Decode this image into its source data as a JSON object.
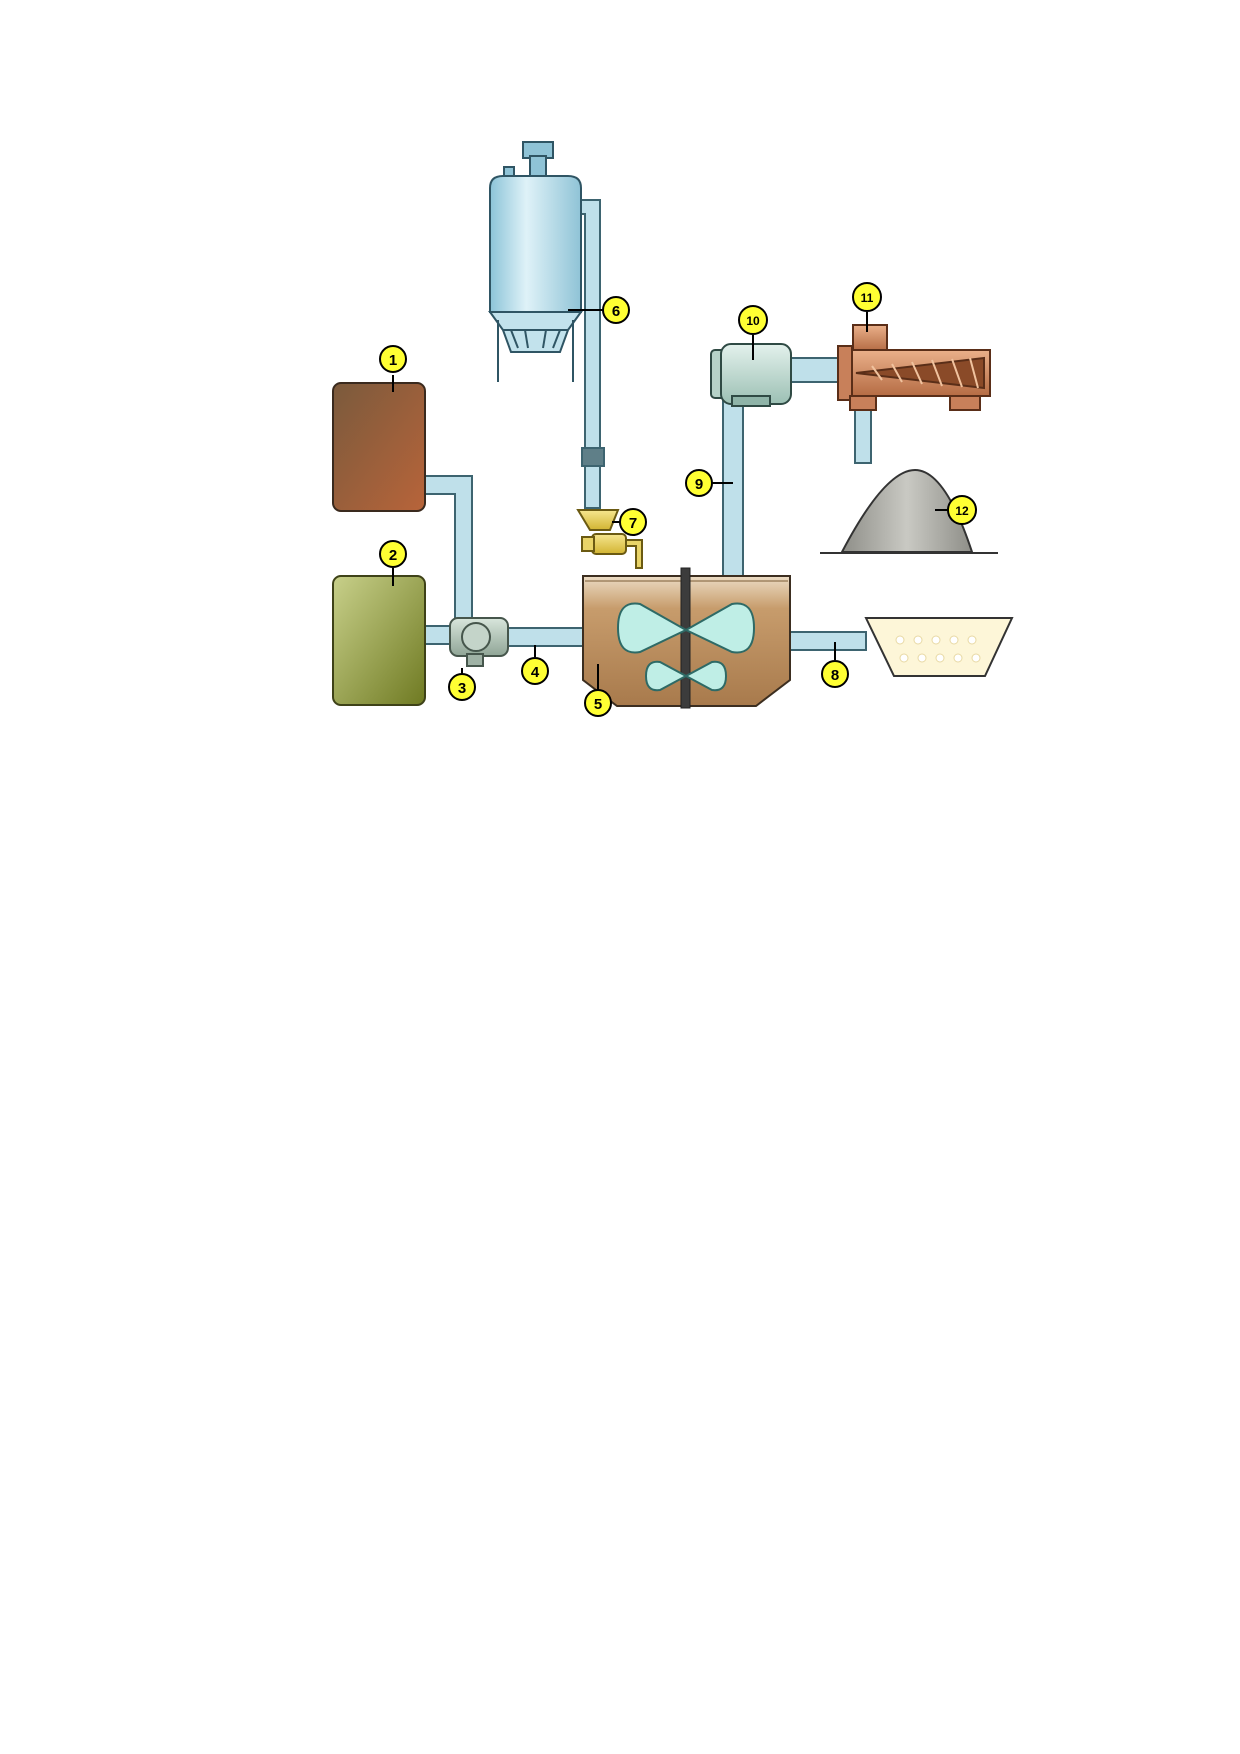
{
  "colors": {
    "pipe": "#bfe0ea",
    "pipe_edge": "#3d6470",
    "callout_fill": "#ffff33",
    "tank1": "#a0653a",
    "tank2": "#9fae4c",
    "silo": "#a9d6e6",
    "mixer_liquid": "#b88a5a",
    "impeller": "#bfeee6",
    "press": "#d69068",
    "pile": "#a8a8a2",
    "tray": "#fdf6d8"
  },
  "callouts": [
    {
      "id": "c1",
      "label": "1"
    },
    {
      "id": "c2",
      "label": "2"
    },
    {
      "id": "c3",
      "label": "3"
    },
    {
      "id": "c4",
      "label": "4"
    },
    {
      "id": "c5",
      "label": "5"
    },
    {
      "id": "c6",
      "label": "6"
    },
    {
      "id": "c7",
      "label": "7"
    },
    {
      "id": "c8",
      "label": "8"
    },
    {
      "id": "c9",
      "label": "9"
    },
    {
      "id": "c10",
      "label": "10"
    },
    {
      "id": "c11",
      "label": "11"
    },
    {
      "id": "c12",
      "label": "12"
    }
  ]
}
